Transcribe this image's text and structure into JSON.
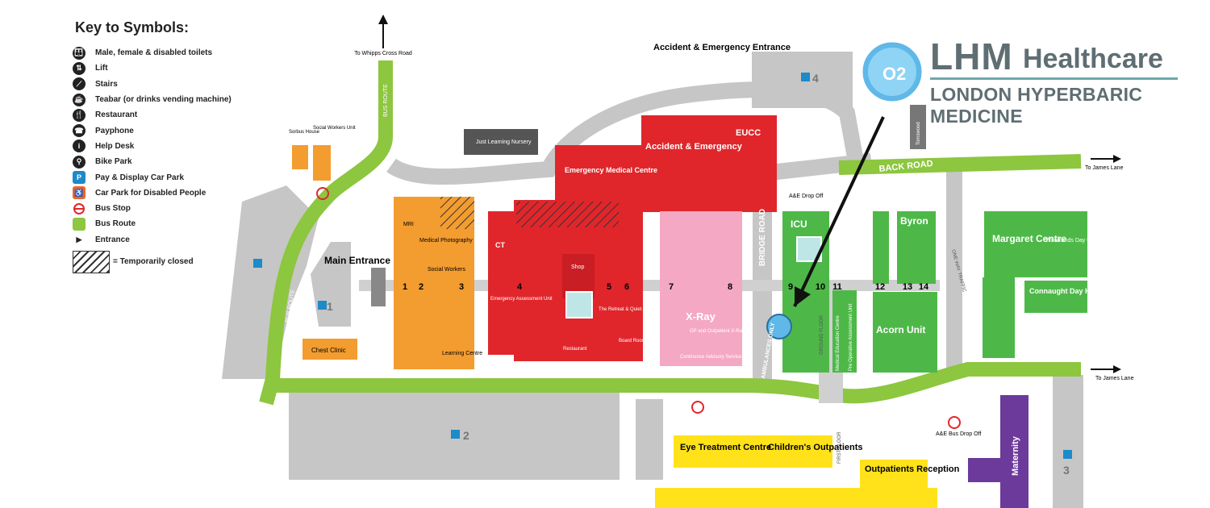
{
  "key": {
    "title": "Key to Symbols:",
    "items": [
      {
        "label": "Male, female & disabled toilets",
        "icon": "toilets-icon",
        "glyph": "👪"
      },
      {
        "label": "Lift",
        "icon": "lift-icon",
        "glyph": "⇅"
      },
      {
        "label": "Stairs",
        "icon": "stairs-icon",
        "glyph": "⟋"
      },
      {
        "label": "Teabar (or drinks vending machine)",
        "icon": "teabar-icon",
        "glyph": "☕"
      },
      {
        "label": "Restaurant",
        "icon": "restaurant-icon",
        "glyph": "🍴"
      },
      {
        "label": "Payphone",
        "icon": "payphone-icon",
        "glyph": "☎"
      },
      {
        "label": "Help Desk",
        "icon": "help-desk-icon",
        "glyph": "i"
      },
      {
        "label": "Bike Park",
        "icon": "bike-park-icon",
        "glyph": "⚲"
      },
      {
        "label": "Pay & Display Car Park",
        "icon": "car-park-icon",
        "glyph": "P"
      },
      {
        "label": "Car Park for Disabled People",
        "icon": "disabled-parking-icon",
        "glyph": "♿"
      },
      {
        "label": "Bus Stop",
        "icon": "bus-stop-icon",
        "glyph": ""
      },
      {
        "label": "Bus Route",
        "icon": "bus-route-icon",
        "glyph": ""
      },
      {
        "label": "Entrance",
        "icon": "entrance-icon",
        "glyph": "▶"
      }
    ],
    "closed_label": "= Temporarily closed"
  },
  "colors": {
    "orange": "#f39c2f",
    "red": "#e0262b",
    "pink": "#f4a8c4",
    "green": "#4db848",
    "lightgreen": "#8dc63f",
    "yellow": "#ffe21a",
    "purple": "#6c3a9b",
    "grey": "#c6c6c6",
    "darkgrey": "#555555",
    "blue": "#1d8ac9",
    "brand": "#5f6e73"
  },
  "brand": {
    "name": "LHM",
    "sub": "Healthcare",
    "tagline": "LONDON HYPERBARIC MEDICINE",
    "o2": "O2"
  },
  "roads": {
    "back_road": "BACK ROAD",
    "bridge_road": "BRIDGE ROAD",
    "bus_route_1": "BUS ROUTE",
    "bus_route_2": "BUS ROUTE",
    "one_way": "ONE WAY TRAFFIC",
    "ambulances": "AMBULANCES ONLY",
    "ground_floor": "GROUND FLOOR",
    "first_floor": "FIRST FLOOR",
    "to_whipps": "To Whipps Cross Road",
    "to_james_1": "To James Lane",
    "to_james_2": "To James Lane"
  },
  "buildings": {
    "main_entrance": "Main Entrance",
    "mri": "MRI",
    "medical_photography": "Medical Photography",
    "social_workers": "Social Workers",
    "learning_centre": "Learning Centre",
    "ct": "CT",
    "emergency_medical_centre": "Emergency Medical Centre",
    "accident_emergency": "Accident & Emergency",
    "eucc": "EUCC",
    "ae_entrance": "Accident & Emergency Entrance",
    "shop": "Shop",
    "emergency_assessment_unit": "Emergency Assessment Unit",
    "retreat": "The Retreat & Quiet Area",
    "restaurant": "Restaurant",
    "board_room": "Board Room",
    "xray": "X-Ray",
    "gp_xray": "GP and Outpatient X-Ray",
    "continence": "Continence Advisory Service",
    "icu": "ICU",
    "byron": "Byron",
    "acorn_unit": "Acorn Unit",
    "medical_education": "Medical Education Centre",
    "pre_op": "Pre Operative Assessment Unit",
    "margaret_centre": "Margaret Centre",
    "woodlands": "Woodlands Day Unit",
    "connaught": "Connaught Day Hospital",
    "just_learning": "Just Learning Nursery",
    "sorbus": "Sorbus House",
    "social_workers_unit": "Social Workers Unit",
    "chest_clinic": "Chest Clinic",
    "tomswood": "Tomswood",
    "ae_drop_off": "A&E Drop Off",
    "eye_treatment": "Eye Treatment Centre",
    "childrens_outpatients": "Children's Outpatients",
    "outpatients_reception": "Outpatients Reception",
    "bus_drop_off": "A&E Bus Drop Off",
    "maternity": "Maternity"
  },
  "car_parks": {
    "p1": "1",
    "p2": "2",
    "p3": "3",
    "p4": "4"
  },
  "corridor_numbers": [
    "1",
    "2",
    "3",
    "4",
    "5",
    "6",
    "7",
    "8",
    "9",
    "10",
    "11",
    "12",
    "13",
    "14"
  ]
}
